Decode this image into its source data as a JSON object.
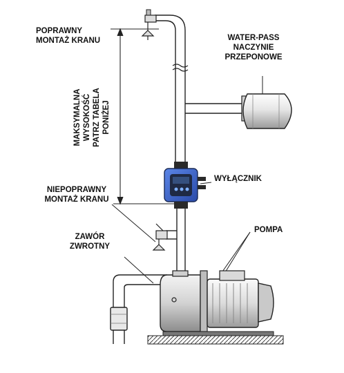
{
  "labels": {
    "correct_mount": [
      "POPRAWNY",
      "MONTAŻ KRANU"
    ],
    "expansion_tank": [
      "WATER-PASS",
      "NACZYNIE",
      "PRZEPONOWE"
    ],
    "max_height": [
      "MAKSYMALNA",
      "WYSOKOŚĆ",
      "PATRZ TABELA",
      "PONIŻEJ"
    ],
    "switch": "WYŁĄCZNIK",
    "incorrect_mount": [
      "NIEPOPRAWNY",
      "MONTAŻ KRANU"
    ],
    "pump": "POMPA",
    "check_valve": [
      "ZAWÓR",
      "ZWROTNY"
    ]
  },
  "colors": {
    "line": "#222222",
    "controller_blue": "#3a63c9",
    "controller_dark": "#1f2a44"
  }
}
